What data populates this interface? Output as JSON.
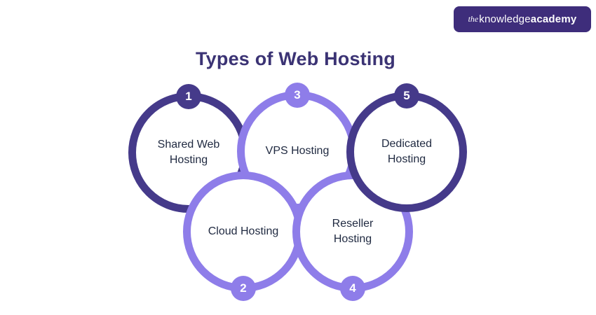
{
  "logo": {
    "the": "the",
    "knowledge": "knowledge",
    "academy": "academy"
  },
  "title": {
    "text": "Types of Web Hosting"
  },
  "colors": {
    "dark": "#453a8a",
    "light": "#8e7de9",
    "title_text": "#3b3374",
    "label_text": "#1f2940",
    "logo_bg": "#3e2d7b"
  },
  "hosting_types": [
    {
      "number": "1",
      "label": "Shared Web Hosting",
      "variant": "dark",
      "badge_position": "top"
    },
    {
      "number": "2",
      "label": "Cloud Hosting",
      "variant": "light",
      "badge_position": "bottom"
    },
    {
      "number": "3",
      "label": "VPS Hosting",
      "variant": "light",
      "badge_position": "top"
    },
    {
      "number": "4",
      "label": "Reseller Hosting",
      "variant": "light",
      "badge_position": "bottom"
    },
    {
      "number": "5",
      "label": "Dedicated Hosting",
      "variant": "dark",
      "badge_position": "top"
    }
  ]
}
